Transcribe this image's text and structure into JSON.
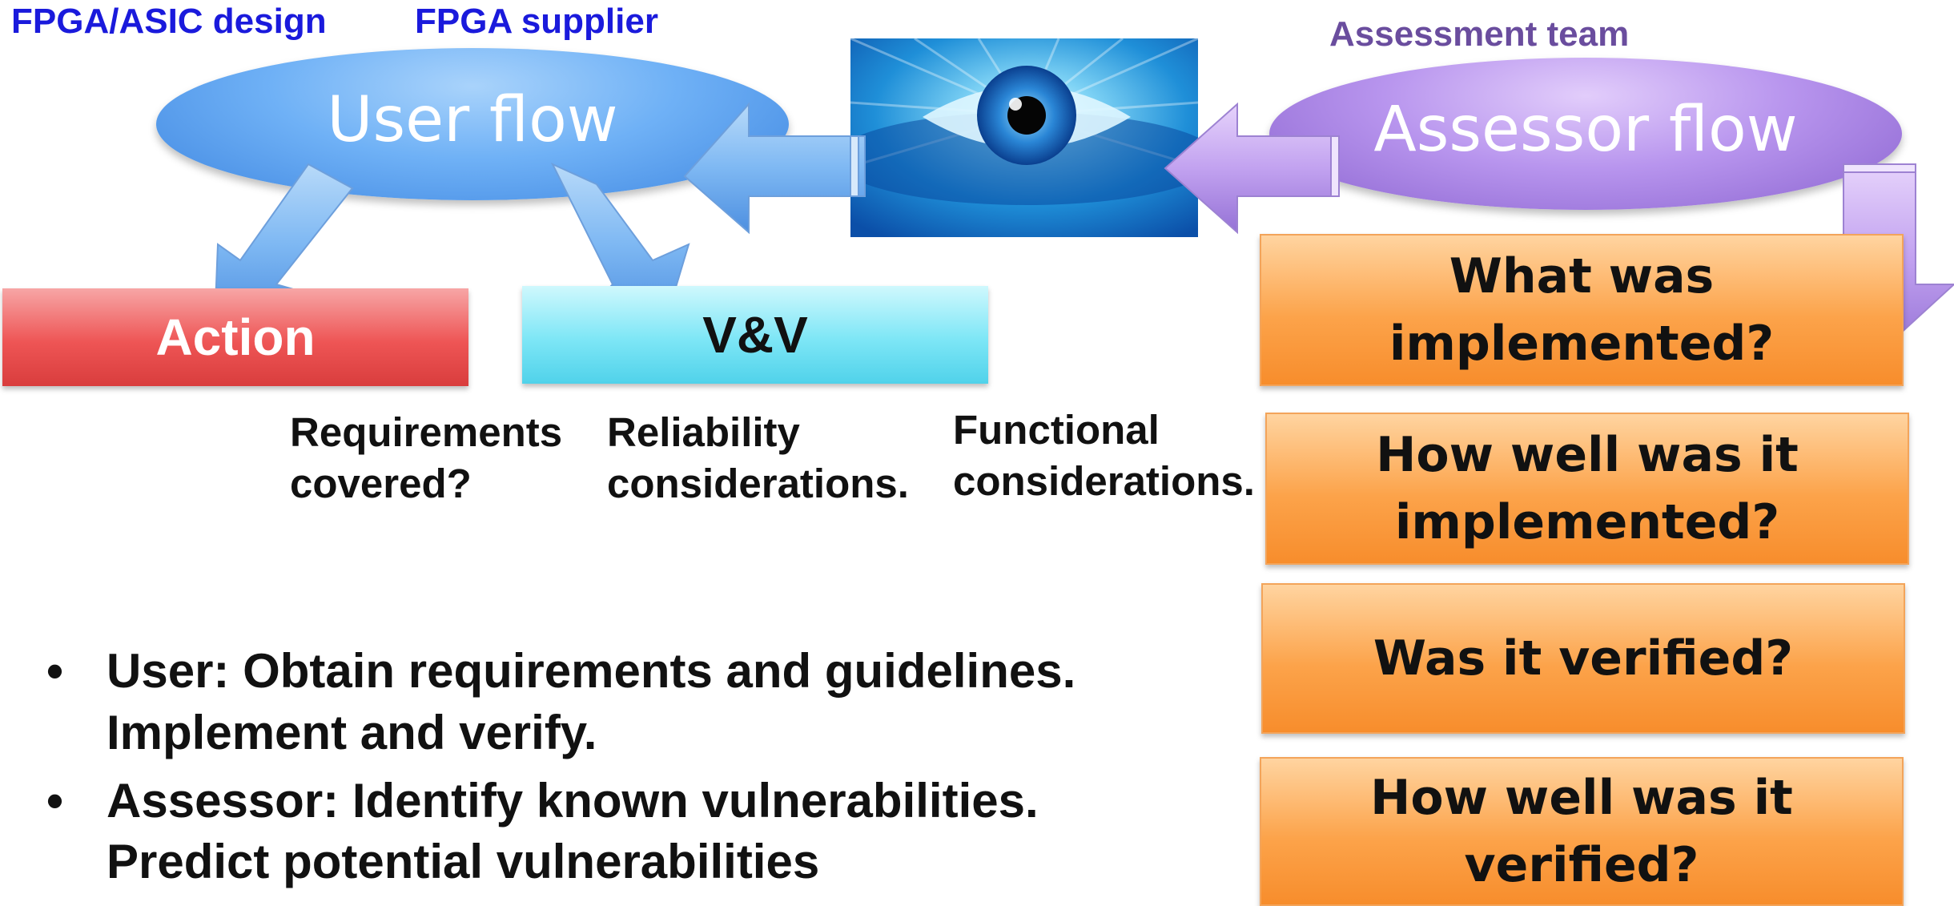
{
  "labels": {
    "fpga_asic_design": "FPGA/ASIC design",
    "fpga_supplier": "FPGA supplier",
    "assessment_team": "Assessment team"
  },
  "flows": {
    "user_flow": "User flow",
    "assessor_flow": "Assessor flow"
  },
  "boxes": {
    "action": "Action",
    "vv": "V&V"
  },
  "notes": {
    "requirements": [
      "Requirements",
      "covered?"
    ],
    "reliability": [
      "Reliability",
      "considerations."
    ],
    "functional": [
      "Functional",
      "considerations."
    ]
  },
  "questions": [
    [
      "What was",
      "implemented?"
    ],
    [
      "How well was it",
      "implemented?"
    ],
    [
      "Was it verified?"
    ],
    [
      "How well was it",
      "verified?"
    ]
  ],
  "bullets": [
    [
      "User: Obtain requirements and guidelines.",
      "Implement and verify."
    ],
    [
      "Assessor: Identify known vulnerabilities.",
      "Predict potential vulnerabilities"
    ]
  ],
  "bullet_glyph": "•",
  "colors": {
    "blue_label": "#1a1adc",
    "purple_label": "#6a4d9e",
    "user_flow": "#6fb1f6",
    "assessor_flow": "#b895ee",
    "action": "#ee5555",
    "vv": "#7de6f6",
    "question": "#fca34a"
  },
  "icons": {
    "eye": "eye-image"
  }
}
